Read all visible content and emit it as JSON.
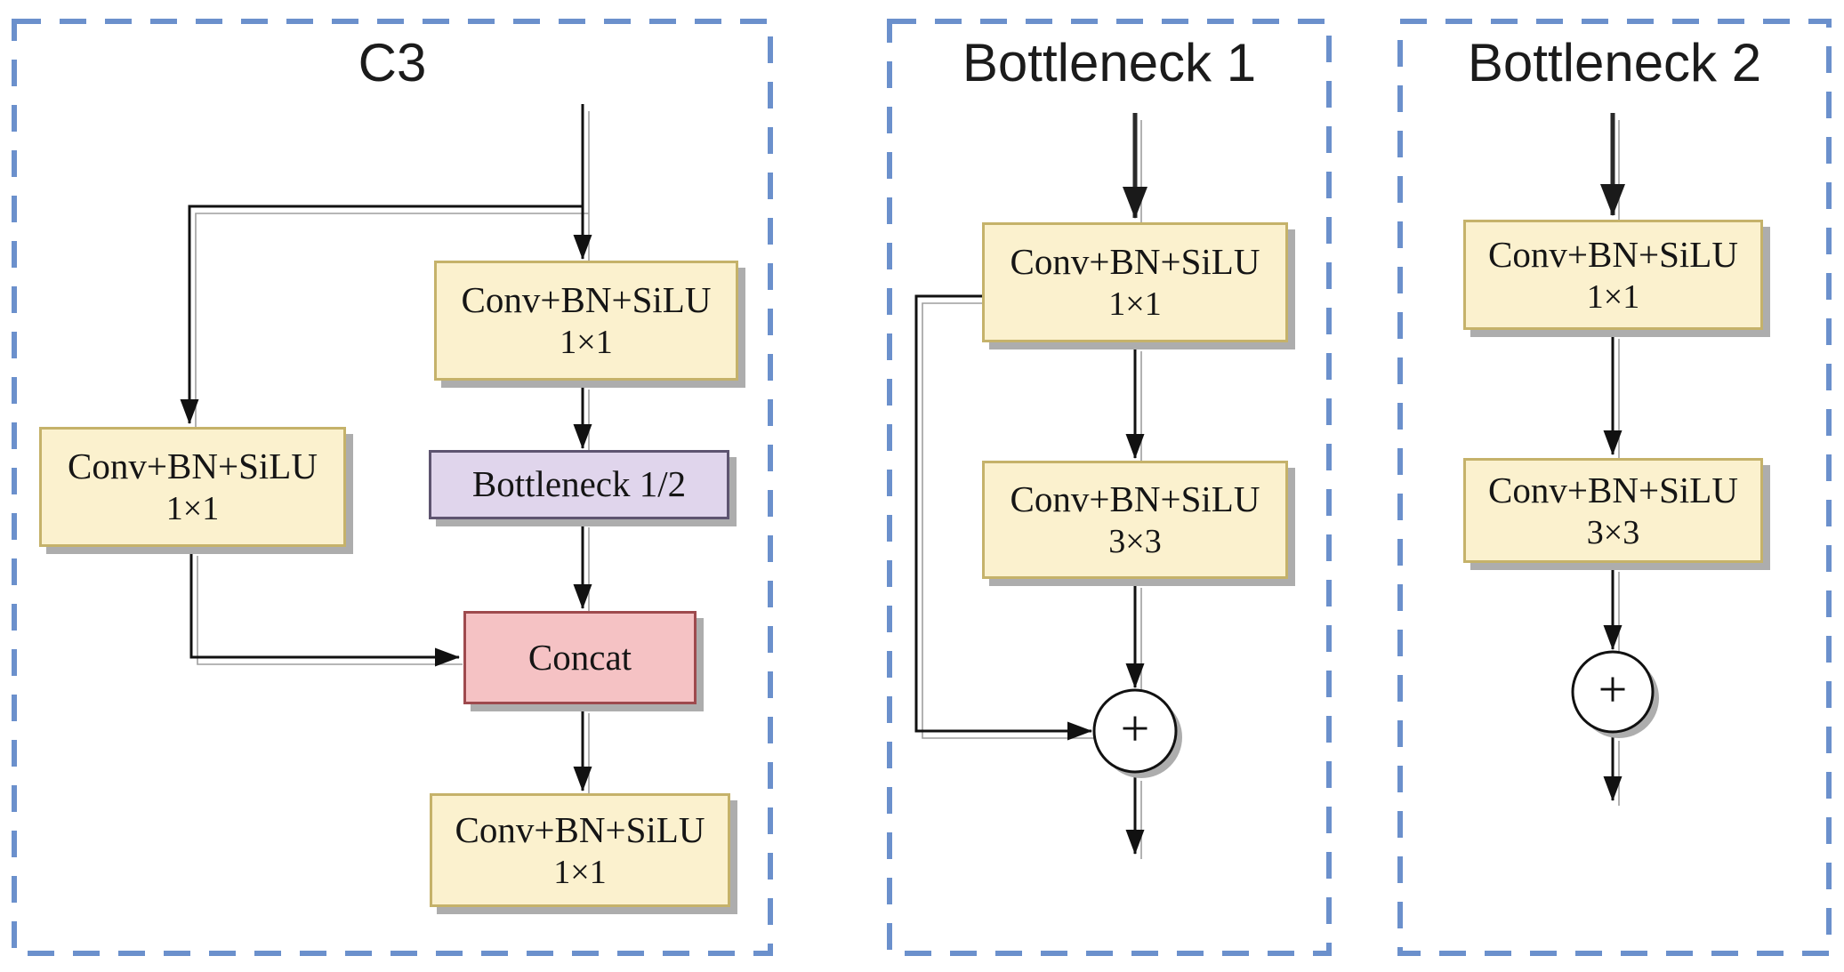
{
  "colors": {
    "panel-border": "#6B90CC",
    "conv-fill": "#FBF1CE",
    "conv-border": "#C5B26A",
    "bottleneck-fill": "#E0D5EC",
    "bottleneck-border": "#5E5470",
    "concat-fill": "#F5C2C4",
    "concat-border": "#9E4A4E",
    "arrow": "#111111",
    "shadow": "#ADADAD"
  },
  "panels": {
    "c3": {
      "title": "C3",
      "box_top": {
        "line1": "Conv+BN+SiLU",
        "line2": "1×1"
      },
      "box_left": {
        "line1": "Conv+BN+SiLU",
        "line2": "1×1"
      },
      "box_bottleneck": {
        "label": "Bottleneck 1/2"
      },
      "box_concat": {
        "label": "Concat"
      },
      "box_out": {
        "line1": "Conv+BN+SiLU",
        "line2": "1×1"
      }
    },
    "bottleneck1": {
      "title": "Bottleneck 1",
      "box1": {
        "line1": "Conv+BN+SiLU",
        "line2": "1×1"
      },
      "box2": {
        "line1": "Conv+BN+SiLU",
        "line2": "3×3"
      },
      "add_label": "+"
    },
    "bottleneck2": {
      "title": "Bottleneck 2",
      "box1": {
        "line1": "Conv+BN+SiLU",
        "line2": "1×1"
      },
      "box2": {
        "line1": "Conv+BN+SiLU",
        "line2": "3×3"
      },
      "add_label": "+"
    }
  }
}
